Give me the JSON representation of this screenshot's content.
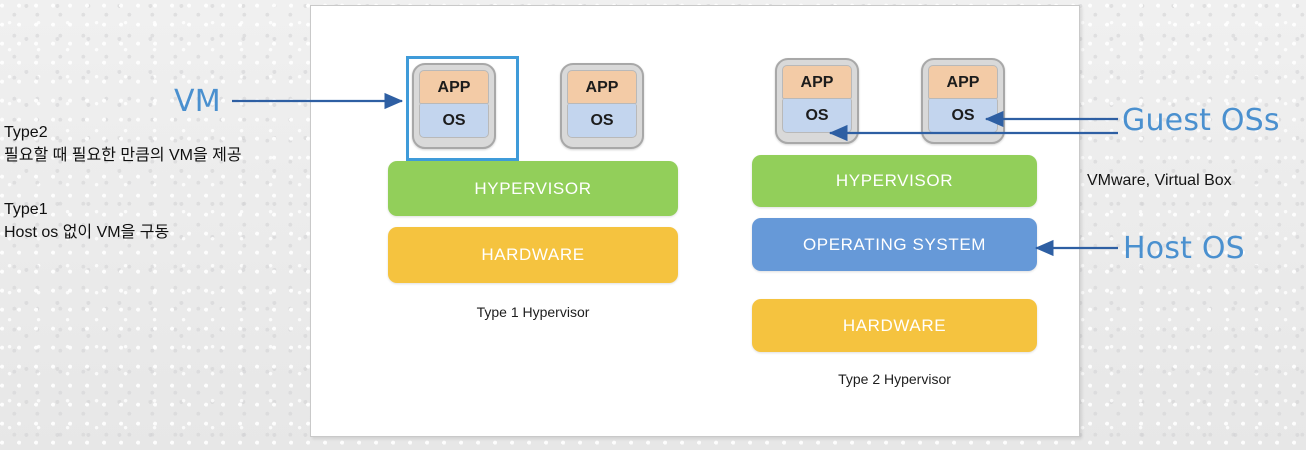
{
  "slide": {
    "left_diagram": {
      "caption": "Type 1 Hypervisor",
      "vms": [
        {
          "app": "APP",
          "os": "OS"
        },
        {
          "app": "APP",
          "os": "OS"
        }
      ],
      "bars": [
        {
          "label": "HYPERVISOR",
          "color": "#92cf5a"
        },
        {
          "label": "HARDWARE",
          "color": "#f5c33f"
        }
      ]
    },
    "right_diagram": {
      "caption": "Type 2 Hypervisor",
      "vms": [
        {
          "app": "APP",
          "os": "OS"
        },
        {
          "app": "APP",
          "os": "OS"
        }
      ],
      "bars": [
        {
          "label": "HYPERVISOR",
          "color": "#92cf5a"
        },
        {
          "label": "OPERATING SYSTEM",
          "color": "#6699d8"
        },
        {
          "label": "HARDWARE",
          "color": "#f5c33f"
        }
      ]
    }
  },
  "annotations": {
    "vm_label": "VM",
    "guest_os_label": "Guest OSs",
    "host_os_label": "Host OS",
    "vmware_label": "VMware, Virtual Box",
    "note_type2": "Type2\n필요할 때 필요한 만큼의 VM을 제공",
    "note_type1": "Type1\nHost os 없이 VM을 구동"
  },
  "colors": {
    "annotation_blue": "#4a90cf",
    "arrow_blue": "#2e5fa3",
    "highlight_blue": "#3f9bd9",
    "app_peach": "#f3cba6",
    "os_blue": "#c3d5ee",
    "hypervisor_green": "#92cf5a",
    "hardware_yellow": "#f5c33f",
    "os_bar_blue": "#6699d8",
    "panel_white": "#ffffff",
    "backdrop_gray": "#ebebeb"
  }
}
